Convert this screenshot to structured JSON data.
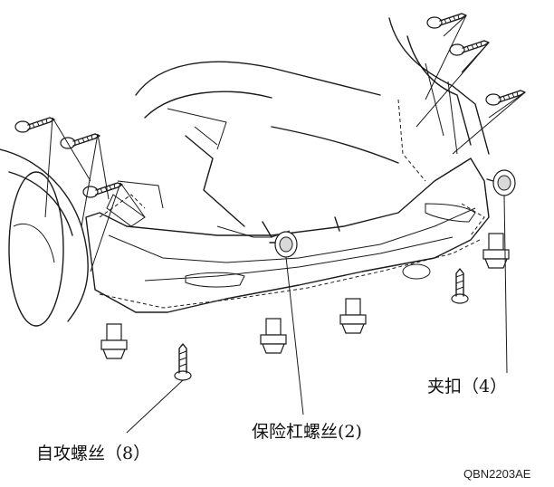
{
  "labels": {
    "clip": "夹扣（4）",
    "bumper_bolt": "保险杠螺丝(2)",
    "self_tapping_screw": "自攻螺丝（8）",
    "figure_code": "QBN2203AE"
  }
}
